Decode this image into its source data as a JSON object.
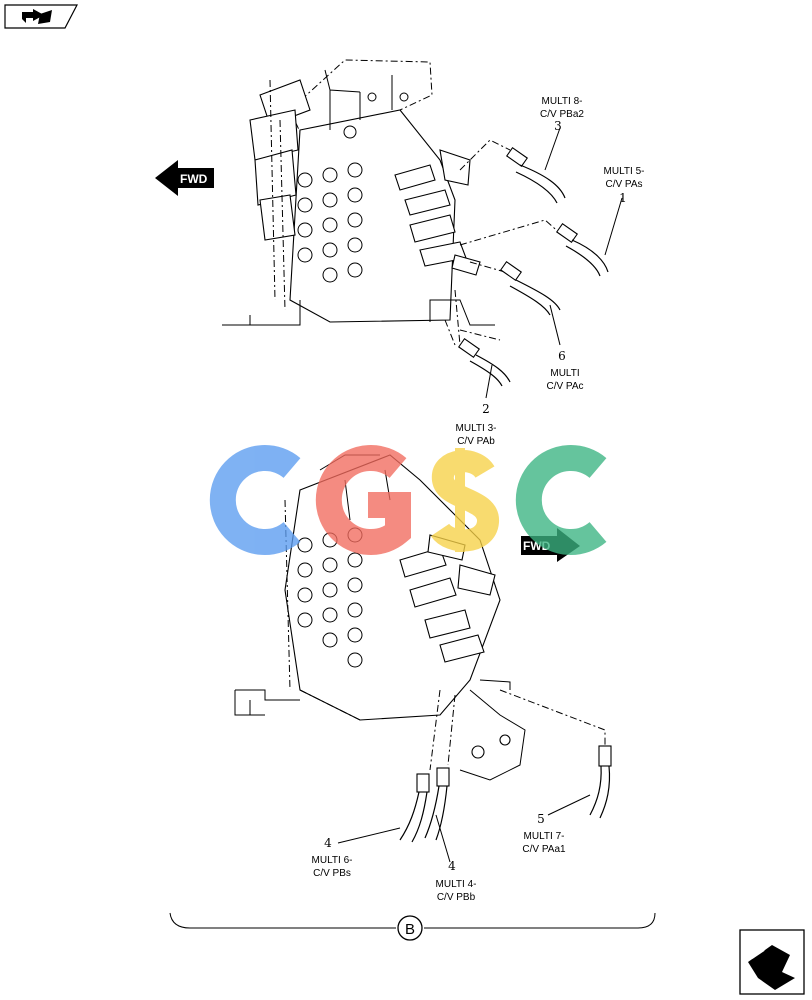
{
  "fwd_arrows": [
    "FWD",
    "FWD"
  ],
  "callouts": [
    {
      "number": "3",
      "lines": [
        "MULTI 8-",
        "C/V PBa2"
      ]
    },
    {
      "number": "1",
      "lines": [
        "MULTI 5-",
        "C/V PAs"
      ]
    },
    {
      "number": "6",
      "lines": [
        "MULTI",
        "C/V PAc"
      ]
    },
    {
      "number": "2",
      "lines": [
        "MULTI 3-",
        "C/V PAb"
      ]
    },
    {
      "number": "5",
      "lines": [
        "MULTI 7-",
        "C/V PAa1"
      ]
    },
    {
      "number": "4",
      "lines": [
        "MULTI 6-",
        "C/V PBs"
      ]
    },
    {
      "number": "4",
      "lines": [
        "MULTI 4-",
        "C/V PBb"
      ]
    }
  ],
  "view_label": "B",
  "watermark": {
    "text": "CGSC",
    "colors": [
      "#5b9cf0",
      "#f26b5e",
      "#f7d147",
      "#3bb482"
    ]
  },
  "icons": [
    "prev-page-icon",
    "next-page-icon"
  ]
}
